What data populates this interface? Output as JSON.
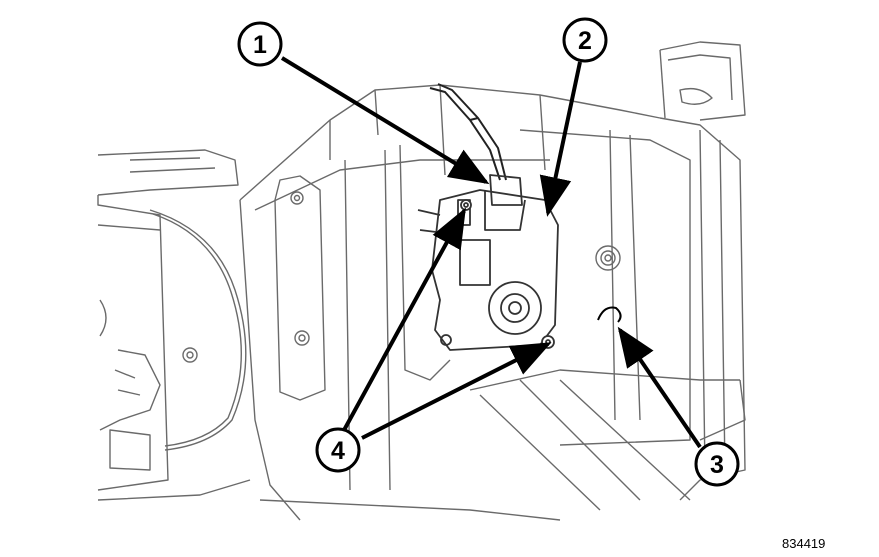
{
  "figure": {
    "id_label": "834419",
    "callouts": [
      {
        "number": "1"
      },
      {
        "number": "2"
      },
      {
        "number": "3"
      },
      {
        "number": "4"
      }
    ]
  }
}
